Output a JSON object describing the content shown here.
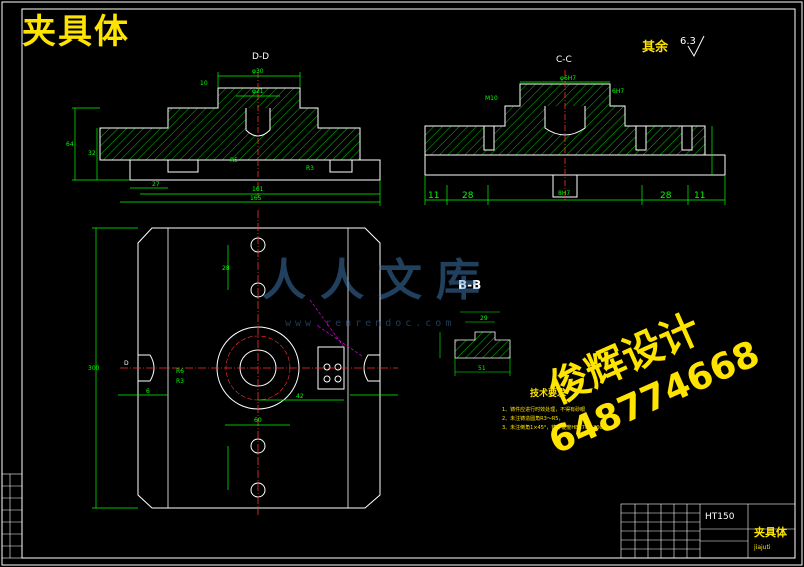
{
  "drawing": {
    "title": "夹具体",
    "other_roughness_label": "其余",
    "other_roughness_value": "6.3"
  },
  "views": {
    "section_dd": "D-D",
    "section_cc": "C-C",
    "section_bb": "B-B"
  },
  "dimensions": {
    "d_phi30": "φ30",
    "d_phi21": "φ21",
    "d_10": "10",
    "d_64": "64",
    "d_32": "32",
    "d_r5": "R5",
    "d_r3": "R3",
    "d_27": "27",
    "d_161": "161",
    "d_165": "165",
    "d_phi6h7": "φ6H7",
    "d_m10": "M10",
    "d_6h7": "6H7",
    "d_11a": "11",
    "d_28a": "28",
    "d_28b": "28",
    "d_11b": "11",
    "d_8h7": "8H7",
    "d_300": "300",
    "d_28v": "28",
    "d_r6": "R6",
    "d_r3b": "R3",
    "d_42": "42",
    "d_60": "60",
    "d_29": "29",
    "d_6": "6",
    "d_51": "51",
    "d_d": "D"
  },
  "tech_requirements": {
    "title": "技术要求",
    "items": [
      "1、铸件应进行时效处理，不得有砂眼",
      "2、未注铸造圆角R3～R5，",
      "3、未注倒角1×45°，铸件硬度HB170～200"
    ]
  },
  "title_block": {
    "material": "HT150",
    "part_name": "夹具体",
    "part_pinyin": "jiajuti"
  },
  "watermark": {
    "logo_text": "人人文库",
    "url_text": "www.renrendoc.com",
    "designer": "俊辉设计",
    "phone": "648774668"
  },
  "colors": {
    "outline": "#ffffff",
    "dimension": "#00ff00",
    "hatch": "#00ff00",
    "center": "#ff3030",
    "hidden": "#ff00ff",
    "frame": "#ffffff",
    "accent": "#ffe400",
    "part_edge": "#ffffff"
  }
}
